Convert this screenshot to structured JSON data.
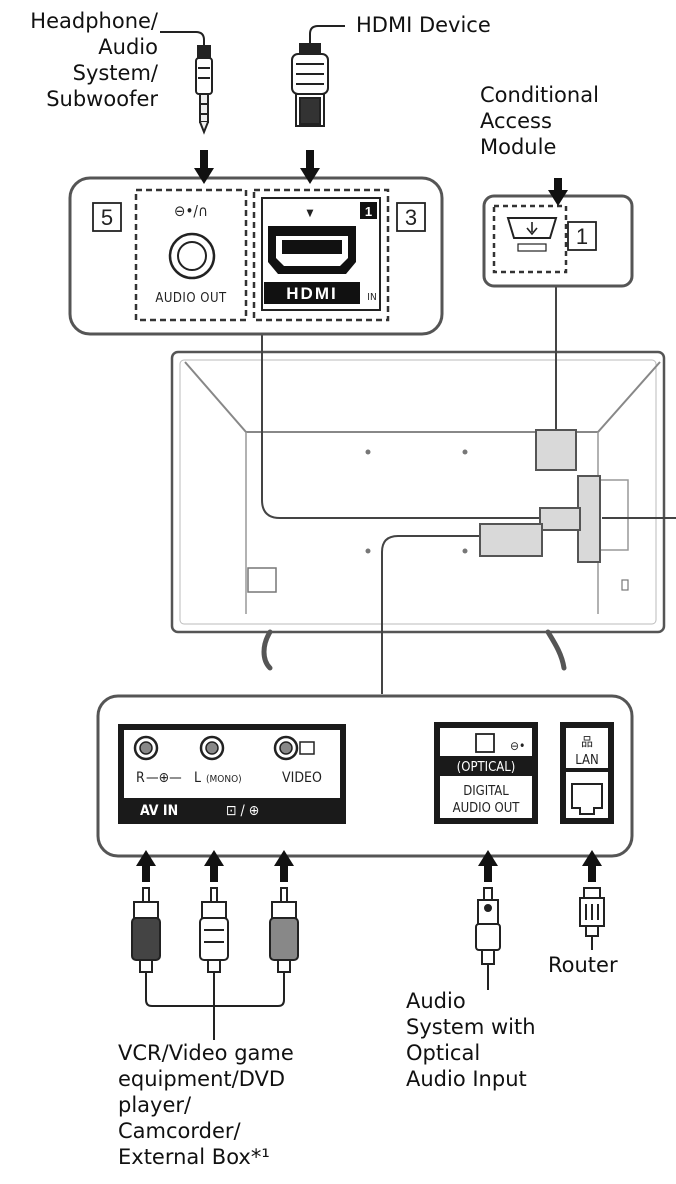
{
  "labels": {
    "headphone": "Headphone/\nAudio\nSystem/\nSubwoofer",
    "hdmi_device": "HDMI Device",
    "cam": "Conditional\nAccess\nModule",
    "router": "Router",
    "audio_optical": "Audio\nSystem with\nOptical\nAudio Input",
    "vcr": "VCR/Video game\nequipment/DVD\nplayer/\nCamcorder/\nExternal Box*¹"
  },
  "panel_top": {
    "num_5": "5",
    "num_3": "3",
    "num_1_badge": "1",
    "audio_out_symbol": "⊖•/∩",
    "audio_out": "AUDIO OUT",
    "hdmi_logo": "HDMI",
    "hdmi_in": "IN"
  },
  "cam_box": {
    "num": "1"
  },
  "panel_bottom": {
    "av_ports_label": "R—⊙—L(MONO)  VIDEO",
    "av_r": "R",
    "av_l": "L",
    "av_mono": "(MONO)",
    "av_video": "VIDEO",
    "av_in": "AV IN",
    "optical": "(OPTICAL)",
    "digital": "DIGITAL",
    "audio_out": "AUDIO OUT",
    "lan": "LAN"
  }
}
